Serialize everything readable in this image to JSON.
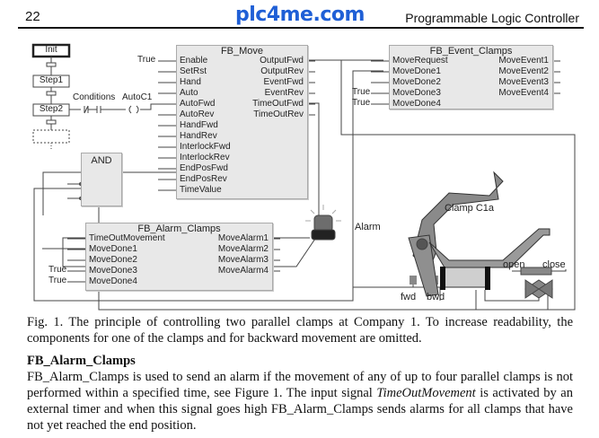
{
  "header": {
    "page_number": "22",
    "site": "plc4me.com",
    "title": "Programmable Logic Controller"
  },
  "diagram": {
    "sfc": {
      "init": "Init",
      "step1": "Step1",
      "step2": "Step2",
      "conditions": "Conditions",
      "autoc1": "AutoC1"
    },
    "and_block": "AND",
    "fb_move": {
      "title": "FB_Move",
      "true_label": "True",
      "inputs": [
        "Enable",
        "SetRst",
        "Hand",
        "Auto",
        "AutoFwd",
        "AutoRev",
        "HandFwd",
        "HandRev",
        "InterlockFwd",
        "InterlockRev",
        "EndPosFwd",
        "EndPosRev",
        "TimeValue"
      ],
      "outputs": [
        "OutputFwd",
        "OutputRev",
        "EventFwd",
        "EventRev",
        "TimeOutFwd",
        "TimeOutRev"
      ]
    },
    "fb_event_clamps": {
      "title": "FB_Event_Clamps",
      "true_labels": [
        "True",
        "True"
      ],
      "inputs": [
        "MoveRequest",
        "MoveDone1",
        "MoveDone2",
        "MoveDone3",
        "MoveDone4"
      ],
      "outputs": [
        "MoveEvent1",
        "MoveEvent2",
        "MoveEvent3",
        "MoveEvent4"
      ]
    },
    "fb_alarm_clamps": {
      "title": "FB_Alarm_Clamps",
      "true_labels": [
        "True",
        "True"
      ],
      "inputs": [
        "TimeOutMovement",
        "MoveDone1",
        "MoveDone2",
        "MoveDone3",
        "MoveDone4"
      ],
      "outputs": [
        "MoveAlarm1",
        "MoveAlarm2",
        "MoveAlarm3",
        "MoveAlarm4"
      ]
    },
    "alarm": "Alarm",
    "clamp": "Clamp C1a",
    "open": "open",
    "close": "close",
    "fwd": "fwd",
    "bwd": "bwd"
  },
  "caption": "Fig. 1. The principle of controlling two parallel clamps at Company 1. To increase readability, the components for one of the clamps and for backward movement are omitted.",
  "section": {
    "heading": "FB_Alarm_Clamps",
    "p1": "FB_Alarm_Clamps is used to send an alarm if the movement of any of up to four parallel clamps is not performed within a specified time, see Figure 1. The input signal ",
    "p_em": "TimeOutMovement",
    "p2": " is activated by an external timer and when this signal goes high FB_Alarm_Clamps sends alarms for all clamps that have not yet reached the end position."
  }
}
